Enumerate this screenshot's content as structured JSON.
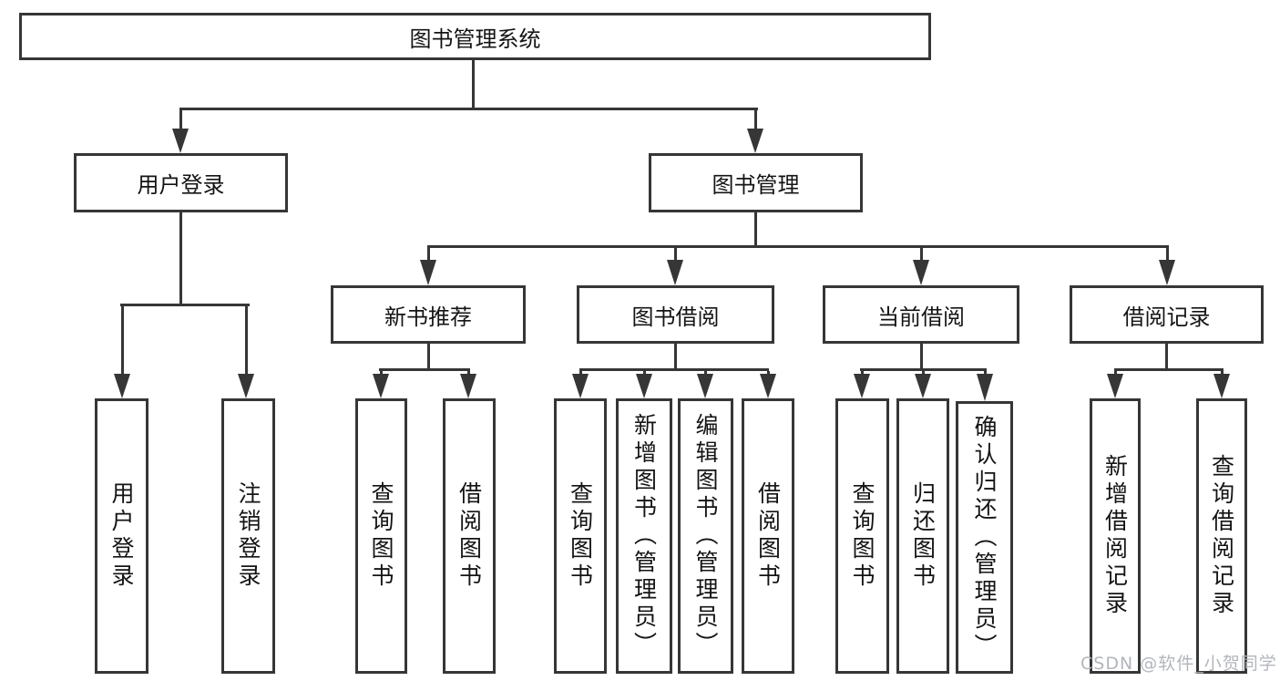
{
  "diagram": {
    "root": {
      "label": "图书管理系统"
    },
    "level2": {
      "user_login": {
        "label": "用户登录"
      },
      "book_mgmt": {
        "label": "图书管理"
      }
    },
    "level3": {
      "new_books": {
        "label": "新书推荐"
      },
      "borrowing": {
        "label": "图书借阅"
      },
      "current": {
        "label": "当前借阅"
      },
      "records": {
        "label": "借阅记录"
      }
    },
    "leaves": {
      "login": "用户登录",
      "logout": "注销登录",
      "nb_query": "查询图书",
      "nb_borrow": "借阅图书",
      "bw_query": "查询图书",
      "bw_add": "新增图书（管理员）",
      "bw_edit": "编辑图书（管理员）",
      "bw_borrow": "借阅图书",
      "cur_query": "查询图书",
      "cur_return": "归还图书",
      "cur_confirm": "确认归还（管理员）",
      "rec_add": "新增借阅记录",
      "rec_query": "查询借阅记录"
    },
    "line_color": "#363636"
  },
  "watermark": "CSDN @软件_小贺同学"
}
